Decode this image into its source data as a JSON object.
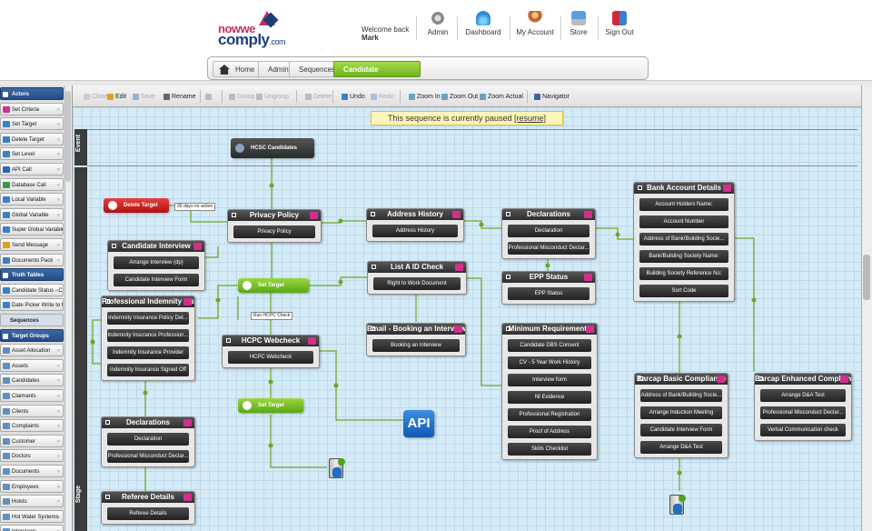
{
  "header": {
    "logo_top": "nowwe",
    "logo_bottom": "comply",
    "logo_suffix": ".com",
    "welcome": "Welcome back",
    "user": "Mark",
    "nav": [
      {
        "label": "Admin",
        "icon": "gears-icon",
        "color": "#8a8a8a"
      },
      {
        "label": "Dashboard",
        "icon": "dashboard-icon",
        "color": "#2a8ad0"
      },
      {
        "label": "My Account",
        "icon": "user-icon",
        "color": "#c06a30"
      },
      {
        "label": "Store",
        "icon": "store-icon",
        "color": "#2a7ac0"
      },
      {
        "label": "Sign Out",
        "icon": "signout-icon",
        "color": "#d02a3a"
      }
    ]
  },
  "breadcrumb": [
    "Home",
    "Admin",
    "Sequences",
    "Candidate Onboarding"
  ],
  "toolbar": [
    {
      "label": "Close",
      "enabled": false,
      "color": "#cccccc"
    },
    {
      "label": "Edit",
      "enabled": true,
      "color": "#e0a020"
    },
    {
      "label": "Save",
      "enabled": false,
      "color": "#9ab0d0"
    },
    {
      "label": "Rename",
      "enabled": true,
      "color": "#666666"
    },
    {
      "label": "",
      "enabled": false,
      "color": "#bbbbbb"
    },
    {
      "label": "Group",
      "enabled": false,
      "color": "#bbbbbb"
    },
    {
      "label": "Ungroup",
      "enabled": false,
      "color": "#bbbbbb"
    },
    {
      "label": "Delete",
      "enabled": false,
      "color": "#bbbbbb"
    },
    {
      "label": "Undo",
      "enabled": true,
      "color": "#3a80d0"
    },
    {
      "label": "Redo",
      "enabled": false,
      "color": "#aac0e0"
    },
    {
      "label": "Zoom In",
      "enabled": true,
      "color": "#70a0c0"
    },
    {
      "label": "Zoom Out",
      "enabled": true,
      "color": "#70a0c0"
    },
    {
      "label": "Zoom Actual",
      "enabled": true,
      "color": "#70a0c0"
    },
    {
      "label": "Navigator",
      "enabled": true,
      "color": "#4060a0"
    }
  ],
  "status": {
    "text": "This sequence is currently paused",
    "link": "[resume]"
  },
  "sidebar": {
    "items": [
      {
        "label": "Actors",
        "type": "header"
      },
      {
        "label": "Set Criteria",
        "color": "#d0308c"
      },
      {
        "label": "Set Target",
        "color": "#3b80c6"
      },
      {
        "label": "Delete Target",
        "color": "#3b80c6"
      },
      {
        "label": "Set Level",
        "color": "#3b80c6"
      },
      {
        "label": "API Call",
        "color": "#2a6ab0"
      },
      {
        "label": "Database Call",
        "color": "#3b9a40"
      },
      {
        "label": "Local Variable",
        "color": "#3b80c6"
      },
      {
        "label": "Global Variable",
        "color": "#3b80c6"
      },
      {
        "label": "Super Global Variable",
        "color": "#3b80c6"
      },
      {
        "label": "Send Message",
        "color": "#e0a020"
      },
      {
        "label": "Documents Pack",
        "color": "#3b80c6"
      },
      {
        "label": "Truth Tables",
        "type": "header"
      },
      {
        "label": "Candidate Status - Com",
        "color": "#3b80c6"
      },
      {
        "label": "Date Picker Write to Re",
        "color": "#3b80c6"
      },
      {
        "label": "Sequences",
        "type": "subheader"
      },
      {
        "label": "Target Groups",
        "type": "header"
      },
      {
        "label": "Asset Allocation",
        "color": "#6090c0"
      },
      {
        "label": "Assets",
        "color": "#6090c0"
      },
      {
        "label": "Candidates",
        "color": "#6090c0"
      },
      {
        "label": "Claimants",
        "color": "#6090c0"
      },
      {
        "label": "Clients",
        "color": "#6090c0"
      },
      {
        "label": "Complaints",
        "color": "#6090c0"
      },
      {
        "label": "Customer",
        "color": "#6090c0"
      },
      {
        "label": "Doctors",
        "color": "#6090c0"
      },
      {
        "label": "Documents",
        "color": "#6090c0"
      },
      {
        "label": "Employees",
        "color": "#6090c0"
      },
      {
        "label": "Hoists",
        "color": "#6090c0"
      },
      {
        "label": "Hot Water Systems",
        "color": "#6090c0"
      },
      {
        "label": "Interviews",
        "color": "#6090c0"
      }
    ]
  },
  "lanes": {
    "event": "Event",
    "stage": "Stage"
  },
  "nodes": {
    "hcsc": "HCSC Candidates",
    "privacy": {
      "title": "Privacy Policy",
      "items": [
        "Privacy Policy"
      ]
    },
    "address": {
      "title": "Address History",
      "items": [
        "Address History"
      ]
    },
    "declarations_top": {
      "title": "Declarations",
      "items": [
        "Declaration",
        "Professional Misconduct Declar..."
      ]
    },
    "epp": {
      "title": "EPP Status",
      "items": [
        "EPP Status"
      ]
    },
    "bank": {
      "title": "Bank Account Details",
      "items": [
        "Account Holders Name:",
        "Account Number",
        "Address of Bank/Building Socie...",
        "Bank/Building Society Name:",
        "Building Society Reference No:",
        "Sort Code"
      ]
    },
    "delete_target": "Delete Target",
    "delay_tag": "30 days no action",
    "interview": {
      "title": "Candidate Interview",
      "items": [
        "Arrange Interview (dp)",
        "Candidate Interview Form"
      ]
    },
    "set_target_1": "Set Target",
    "listA": {
      "title": "List A ID Check",
      "items": [
        "Right to Work Document"
      ]
    },
    "indemnity": {
      "title": "Professional Indemnity Insur...",
      "items": [
        "Indemnity Insurance Policy Det...",
        "Indemnity Insurance Profession...",
        "Indemnity Insurance Provider",
        "Indemnity Insurance Signed Off"
      ]
    },
    "hcpc_tag": "Run HCPC Check",
    "hcpc": {
      "title": "HCPC Webcheck",
      "items": [
        "HCPC Webcheck"
      ]
    },
    "booking": {
      "title": "Email - Booking an Interview",
      "items": [
        "Booking an Interview"
      ]
    },
    "minimum": {
      "title": "Minimum Requirements",
      "items": [
        "Candidate DBS Consent",
        "CV - 5 Year Work History",
        "Interview form",
        "NI Evidence",
        "Professional Registration",
        "Proof of Address",
        "Skills Checklist"
      ]
    },
    "barcap_basic": {
      "title": "Barcap Basic Compliance",
      "items": [
        "Address of Bank/Building Socie...",
        "Arrange Induction Meeting",
        "Candidate Interview Form",
        "Arrange D&A Test"
      ]
    },
    "barcap_enh": {
      "title": "Barcap Enhanced Compliance",
      "items": [
        "Arrange D&A Test",
        "Professional Misconduct Declar...",
        "Verbal Communication check"
      ]
    },
    "set_target_2": "Set Target",
    "api": "API",
    "declarations_bottom": {
      "title": "Declarations",
      "items": [
        "Declaration",
        "Professional Misconduct Declar..."
      ]
    },
    "referee": {
      "title": "Referee Details",
      "items": [
        "Referee Details"
      ]
    }
  }
}
